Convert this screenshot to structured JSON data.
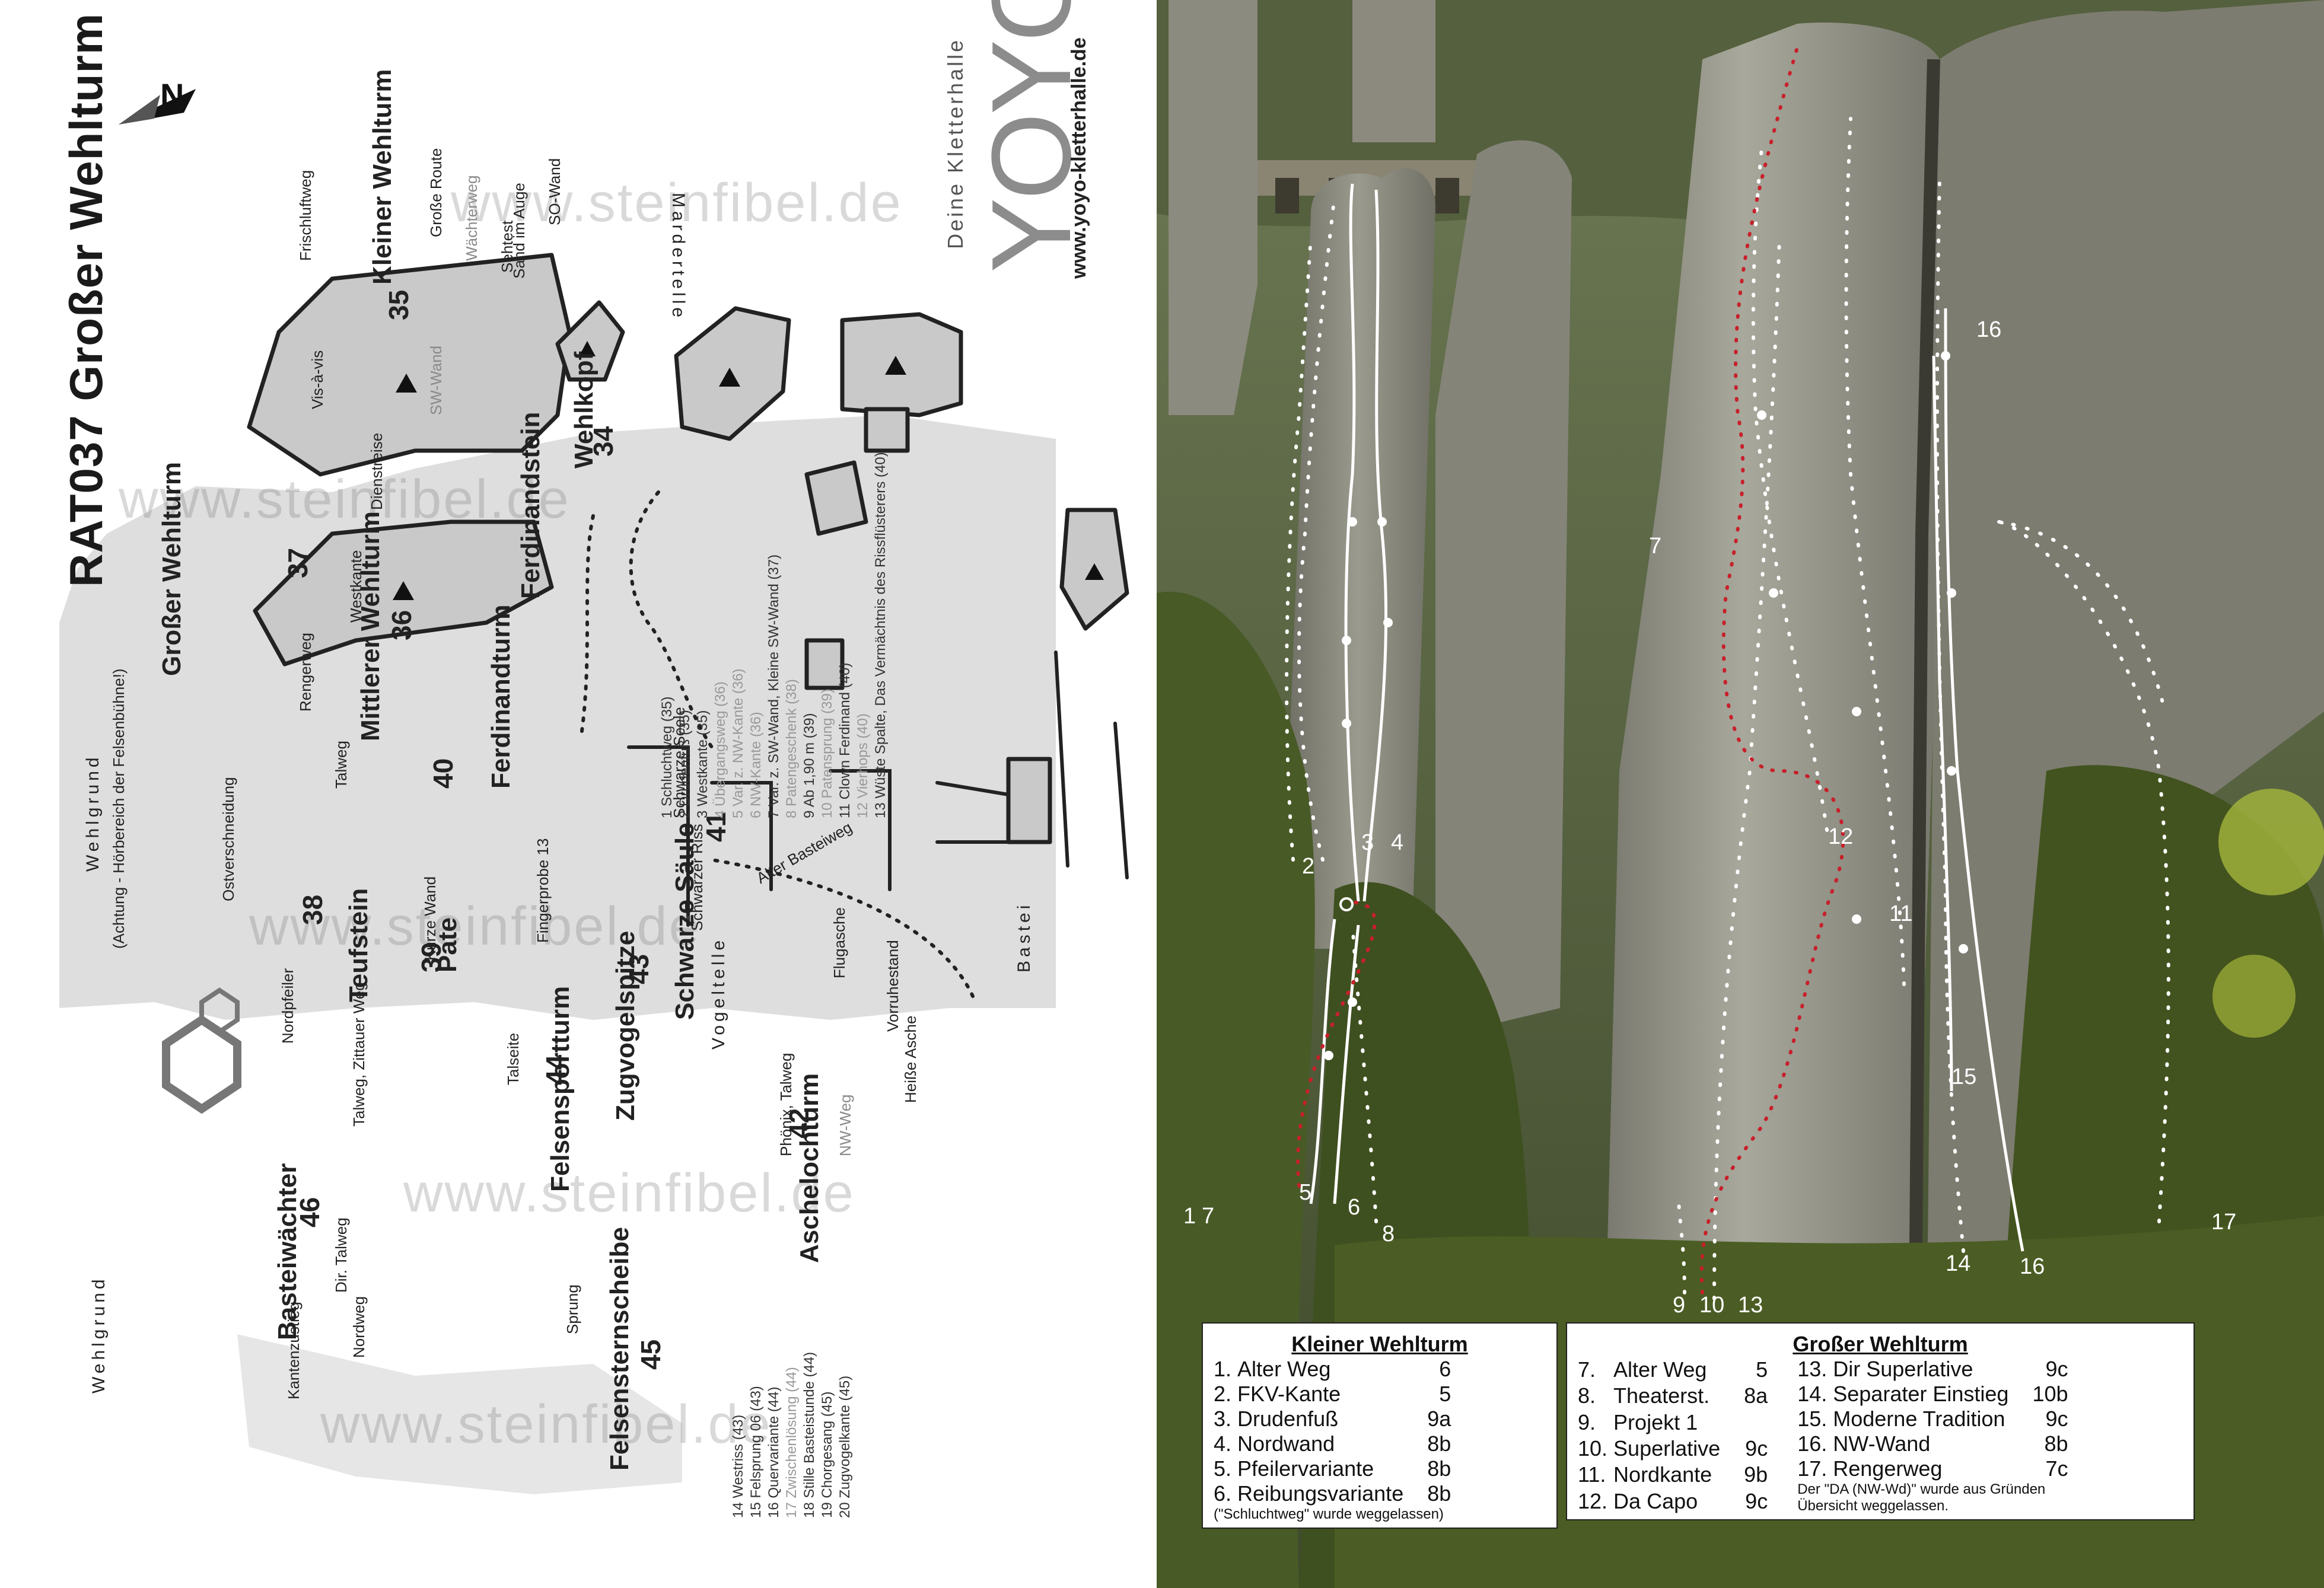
{
  "map": {
    "title": "RAT037 Großer Wehlturm",
    "brand": {
      "logo": "YOYO",
      "tagline": "Deine Kletterhalle",
      "url": "www.yoyo-kletterhalle.de"
    },
    "watermark": "www.steinfibel.de",
    "areas": {
      "wehlgrund": "Wehlgrund",
      "wehlgrund_note": "(Achtung - Hörbereich der Felsenbühne!)",
      "wehlgrund_bottom": "Wehlgrund",
      "mardertelle": "Mardertelle",
      "vogeltelle": "Vogeltelle",
      "bastei": "Bastei"
    },
    "towers": [
      {
        "name": "Großer Wehlturm",
        "num": "37"
      },
      {
        "name": "Kleiner Wehlturm",
        "num": "35"
      },
      {
        "name": "Mittlerer Wehlturm",
        "num": "36"
      },
      {
        "name": "Wehlkopf",
        "num": "34"
      },
      {
        "name": "Ferdinandturm",
        "num": "40"
      },
      {
        "name": "Ferdinandstein",
        "num": ""
      },
      {
        "name": "Teufstein",
        "num": "38"
      },
      {
        "name": "Pate",
        "num": "39"
      },
      {
        "name": "Schwarze Säule",
        "num": "41"
      },
      {
        "name": "Zugvogelspitze",
        "num": "43"
      },
      {
        "name": "Felsensportturm",
        "num": "44"
      },
      {
        "name": "Aschelochturm",
        "num": "42"
      },
      {
        "name": "Felsensternscheibe",
        "num": "45"
      },
      {
        "name": "Basteiwächter",
        "num": "46"
      }
    ],
    "route_labels": [
      "Rengerweg",
      "Westkante",
      "Talweg",
      "Dienstreise",
      "Vis-à-vis",
      "Frischluftweg",
      "Große Route",
      "Sand im Auge",
      "Sehtest",
      "Wächterweg",
      "SO-Wand",
      "SW-Wand",
      "Alter Basteiweg",
      "Nordpfeiler",
      "Ostverschneidung",
      "Talweg, Zittauer Weg",
      "Flugasche",
      "Heiße Asche",
      "Vorruhestand",
      "Phönix, Talweg",
      "NW-Weg",
      "Schwarze Seele",
      "Schwarzer Riss",
      "Fingerprobe 13",
      "Kurze Wand",
      "Talseite",
      "Sprung",
      "Nordweg",
      "Kantenzustieg",
      "Dir. Talweg"
    ],
    "route_list_a": [
      "1 Schluchtweg (35)",
      "2 Drudenfuß (35)",
      "3 Westkante (35)",
      "4 Übergangsweg (36)",
      "5 Var. z. NW-Kante (36)",
      "6 NW-Kante (36)",
      "7 Var. z. SW-Wand, Kleine SW-Wand (37)",
      "8 Patengeschenk (38)",
      "9 Ab 1,90 m (39)",
      "10 Patensprung (39)",
      "11 Clown Ferdinand (40)",
      "12 Vierhops (40)",
      "13 Wüste Spalte, Das Vermächtnis des Rissflüsterers (40)"
    ],
    "route_list_b": [
      "14 Westriss (43)",
      "15 Felsprung 06 (43)",
      "16 Quervariante (44)",
      "17 Zwischenlösung (44)",
      "18 Stille Basteistunde (44)",
      "19 Chorgesang (45)",
      "20 Zugvogelkante (45)"
    ]
  },
  "photo": {
    "topo_numbers": [
      "1",
      "2",
      "3",
      "4",
      "5",
      "6",
      "7",
      "7",
      "8",
      "9",
      "10",
      "11",
      "12",
      "13",
      "14",
      "15",
      "16",
      "16",
      "17"
    ],
    "legend_left": {
      "title": "Kleiner Wehlturm",
      "routes": [
        {
          "num": "1.",
          "name": "Alter Weg",
          "grade": "6"
        },
        {
          "num": "2.",
          "name": "FKV-Kante",
          "grade": "5"
        },
        {
          "num": "3.",
          "name": "Drudenfuß",
          "grade": "9a"
        },
        {
          "num": "4.",
          "name": "Nordwand",
          "grade": "8b"
        },
        {
          "num": "5.",
          "name": "Pfeilervariante",
          "grade": "8b"
        },
        {
          "num": "6.",
          "name": "Reibungsvariante",
          "grade": "8b"
        }
      ],
      "note": "(\"Schluchtweg\" wurde weggelassen)"
    },
    "legend_right": {
      "title": "Großer Wehlturm",
      "routes_a": [
        {
          "num": "7.",
          "name": "Alter Weg",
          "grade": "5"
        },
        {
          "num": "8.",
          "name": "Theaterst.",
          "grade": "8a"
        },
        {
          "num": "9.",
          "name": "Projekt 1",
          "grade": ""
        },
        {
          "num": "10.",
          "name": "Superlative",
          "grade": "9c"
        },
        {
          "num": "11.",
          "name": "Nordkante",
          "grade": "9b"
        },
        {
          "num": "12.",
          "name": "Da Capo",
          "grade": "9c"
        }
      ],
      "routes_b": [
        {
          "num": "13.",
          "name": "Dir Superlative",
          "grade": "9c"
        },
        {
          "num": "14.",
          "name": "Separater Einstieg",
          "grade": "10b"
        },
        {
          "num": "15.",
          "name": "Moderne Tradition",
          "grade": "9c"
        },
        {
          "num": "16.",
          "name": "NW-Wand",
          "grade": "8b"
        },
        {
          "num": "17.",
          "name": "Rengerweg",
          "grade": "7c"
        }
      ],
      "note": "Der \"DA (NW-Wd)\" wurde aus Gründen Übersicht weggelassen."
    }
  }
}
